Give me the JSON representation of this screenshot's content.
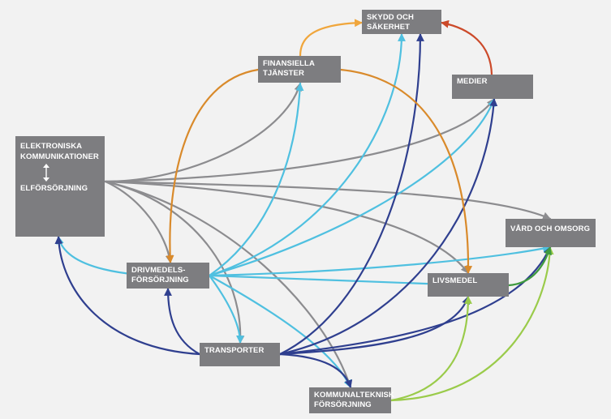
{
  "nodes": {
    "skydd": {
      "lines": [
        "SKYDD OCH",
        "SÄKERHET"
      ]
    },
    "finansiella": {
      "lines": [
        "FINANSIELLA",
        "TJÄNSTER"
      ]
    },
    "medier": {
      "lines": [
        "MEDIER"
      ]
    },
    "elkom": {
      "lines_top": [
        "ELEKTRONISKA",
        "KOMMUNIKATIONER"
      ],
      "lines_bottom": [
        "ELFÖRSÖRJNING"
      ]
    },
    "vard": {
      "lines": [
        "VÅRD OCH OMSORG"
      ]
    },
    "drivmedel": {
      "lines": [
        "DRIVMEDELS-",
        "FÖRSÖRJNING"
      ]
    },
    "livsmedel": {
      "lines": [
        "LIVSMEDEL"
      ]
    },
    "transporter": {
      "lines": [
        "TRANSPORTER"
      ]
    },
    "kommunalteknisk": {
      "lines": [
        "KOMMUNALTEKNISK",
        "FÖRSÖRJNING"
      ]
    }
  },
  "colors": {
    "node_fill": "#7d7d80",
    "background": "#f2f2f2",
    "gray": "#8c8c8f",
    "cyan": "#4fc0e0",
    "navy": "#2f3f8f",
    "orange": "#d98a2b",
    "light_orange": "#f0a63c",
    "red": "#cc4a2a",
    "light_green": "#9acb4a",
    "green": "#3f9a3f"
  },
  "edges": [
    {
      "from": "elkom",
      "to": "finansiella",
      "color": "gray"
    },
    {
      "from": "elkom",
      "to": "medier",
      "color": "gray"
    },
    {
      "from": "elkom",
      "to": "vard",
      "color": "gray"
    },
    {
      "from": "elkom",
      "to": "livsmedel",
      "color": "gray"
    },
    {
      "from": "elkom",
      "to": "drivmedel",
      "color": "gray"
    },
    {
      "from": "elkom",
      "to": "transporter",
      "color": "gray"
    },
    {
      "from": "elkom",
      "to": "kommunalteknisk",
      "color": "gray"
    },
    {
      "from": "drivmedel",
      "to": "elkom",
      "color": "cyan"
    },
    {
      "from": "drivmedel",
      "to": "finansiella",
      "color": "cyan"
    },
    {
      "from": "drivmedel",
      "to": "skydd",
      "color": "cyan"
    },
    {
      "from": "drivmedel",
      "to": "medier",
      "color": "cyan"
    },
    {
      "from": "drivmedel",
      "to": "vard",
      "color": "cyan"
    },
    {
      "from": "drivmedel",
      "to": "livsmedel",
      "color": "cyan"
    },
    {
      "from": "drivmedel",
      "to": "transporter",
      "color": "cyan"
    },
    {
      "from": "drivmedel",
      "to": "kommunalteknisk",
      "color": "cyan"
    },
    {
      "from": "transporter",
      "to": "elkom",
      "color": "navy"
    },
    {
      "from": "transporter",
      "to": "drivmedel",
      "color": "navy"
    },
    {
      "from": "transporter",
      "to": "skydd",
      "color": "navy"
    },
    {
      "from": "transporter",
      "to": "medier",
      "color": "navy"
    },
    {
      "from": "transporter",
      "to": "vard",
      "color": "navy"
    },
    {
      "from": "transporter",
      "to": "livsmedel",
      "color": "navy"
    },
    {
      "from": "transporter",
      "to": "kommunalteknisk",
      "color": "navy"
    },
    {
      "from": "finansiella",
      "to": "skydd",
      "color": "light_orange"
    },
    {
      "from": "finansiella",
      "to": "drivmedel",
      "color": "orange"
    },
    {
      "from": "finansiella",
      "to": "livsmedel",
      "color": "orange"
    },
    {
      "from": "medier",
      "to": "skydd",
      "color": "red"
    },
    {
      "from": "kommunalteknisk",
      "to": "livsmedel",
      "color": "light_green"
    },
    {
      "from": "kommunalteknisk",
      "to": "vard",
      "color": "light_green"
    },
    {
      "from": "livsmedel",
      "to": "vard",
      "color": "green"
    }
  ]
}
